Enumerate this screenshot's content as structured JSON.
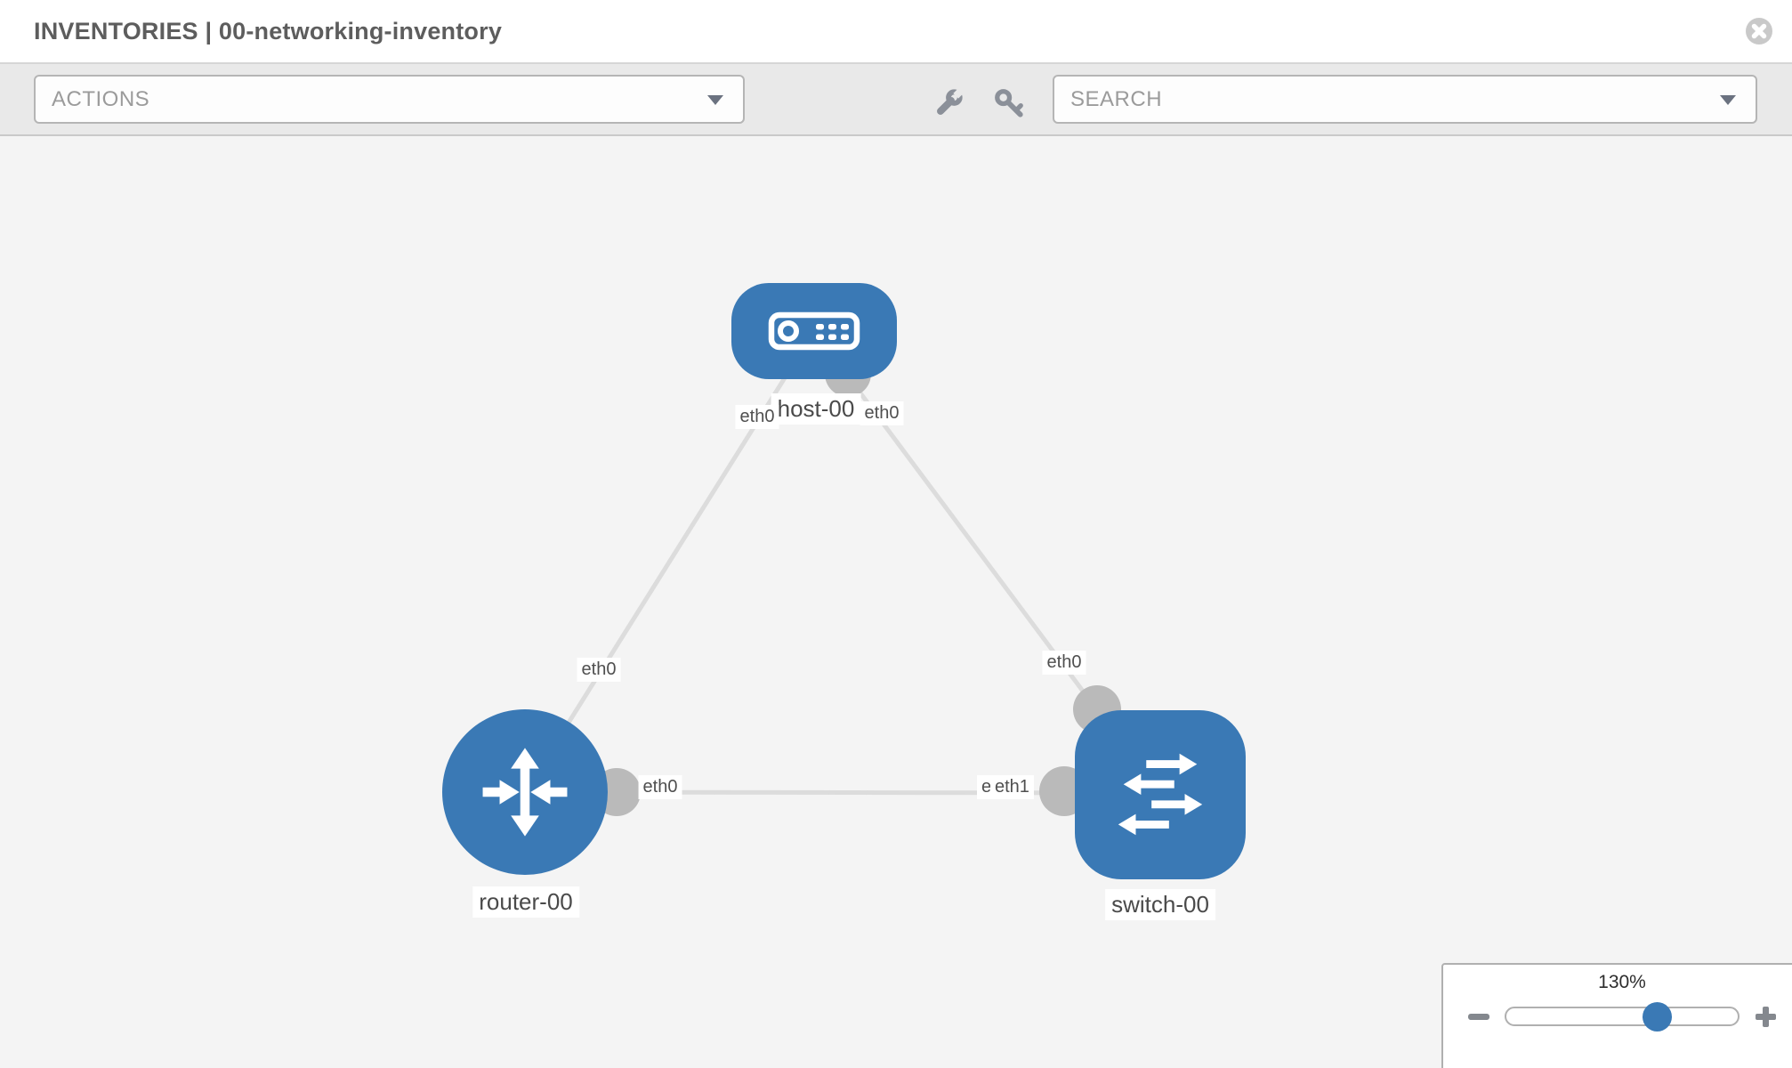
{
  "window": {
    "title": "INVENTORIES | 00-networking-inventory",
    "close_icon": "times-circle"
  },
  "toolbar": {
    "actions_dropdown": {
      "value": "ACTIONS",
      "caret_icon": "caret-down"
    },
    "search_dropdown": {
      "value": "SEARCH",
      "caret_icon": "caret-down"
    },
    "tools": [
      {
        "icon": "wrench"
      },
      {
        "icon": "key"
      }
    ]
  },
  "topology": {
    "nodes": [
      {
        "label": "host-00",
        "type": "host",
        "icon": "server"
      },
      {
        "label": "router-00",
        "type": "router",
        "icon": "router-arrows"
      },
      {
        "label": "switch-00",
        "type": "switch",
        "icon": "switch-arrows"
      }
    ],
    "links": [
      {
        "from": "host-00",
        "to": "router-00",
        "from_interface": "eth0",
        "to_interface": "eth0"
      },
      {
        "from": "host-00",
        "to": "switch-00",
        "from_interface": "eth0",
        "to_interface": "eth0"
      },
      {
        "from": "router-00",
        "to": "switch-00",
        "from_interface": "eth0",
        "to_interface": "eth1"
      }
    ],
    "overlapped_label_back": "eth0"
  },
  "zoom_control": {
    "percent": "130%",
    "zoom_out_icon": "minus",
    "zoom_in_icon": "plus"
  },
  "colors": {
    "node_blue": "#3a79b5",
    "link_gray": "#dcdcdc",
    "connector_gray": "#bababa",
    "canvas_bg": "#f4f4f4",
    "toolbar_bg": "#e9e9e9"
  }
}
